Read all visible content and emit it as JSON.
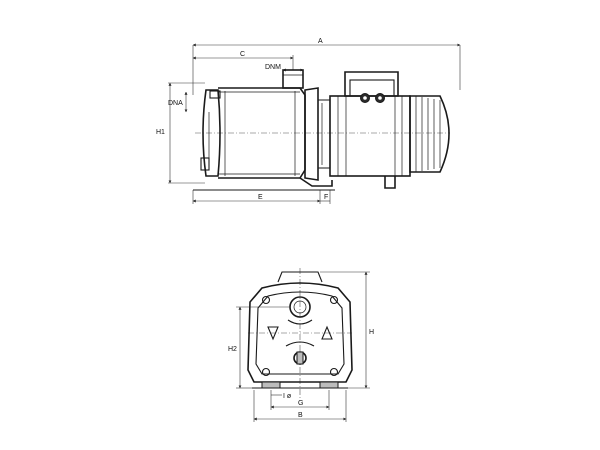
{
  "labels": {
    "a": "A",
    "c": "C",
    "dnm": "DNM",
    "dna": "DNA",
    "h1": "H1",
    "e": "E",
    "f": "F",
    "h": "H",
    "h2": "H2",
    "i_dia": "I ø",
    "g": "G",
    "b": "B"
  },
  "icons": [
    "suction-arrow-icon",
    "discharge-arrow-icon"
  ]
}
